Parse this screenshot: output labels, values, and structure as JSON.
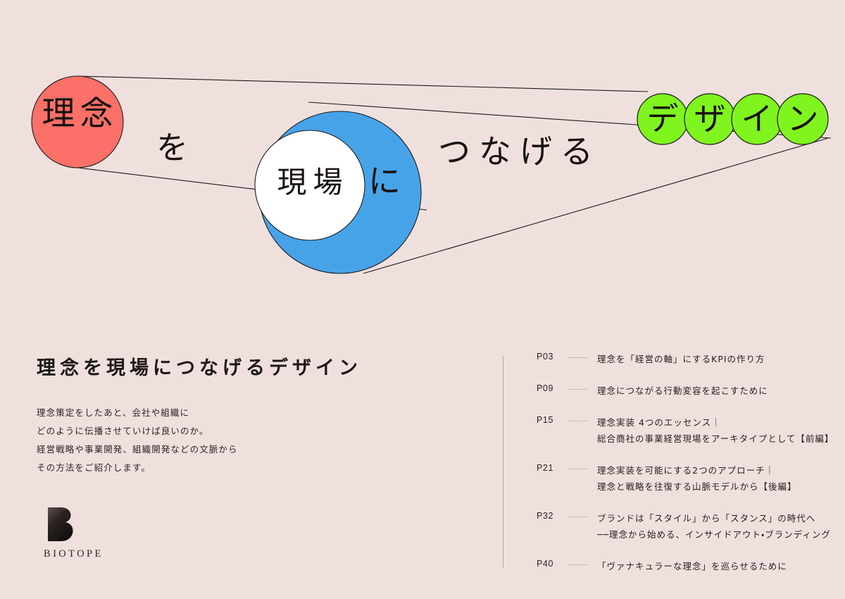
{
  "colors": {
    "background": "#efe0de",
    "red_circle": "#fb7068",
    "blue_circle": "#47a3e8",
    "inner_circle": "#ffffff",
    "green_circle": "#80f41f",
    "stroke": "#1a1a1a",
    "divider": "#b9a4a1",
    "text": "#24201f"
  },
  "hero": {
    "red_node_label": "理念",
    "particle_wo": "を",
    "blue_node_label": "現場",
    "particle_ni": "に",
    "verb": "つなげる",
    "green_nodes": [
      "デ",
      "ザ",
      "イ",
      "ン"
    ]
  },
  "left": {
    "headline": "理念を現場につなげるデザイン",
    "lede_lines": [
      "理念策定をしたあと、会社や組織に",
      "どのように伝播させていけば良いのか。",
      "経営戦略や事業開発、組織開発などの文脈から",
      "その方法をご紹介します。"
    ],
    "logo_wordmark": "BIOTOPE",
    "logo_mark_letter": "B"
  },
  "toc": {
    "entries": [
      {
        "page": "P03",
        "line1": "理念を「経営の軸」にするKPIの作り方",
        "line2": ""
      },
      {
        "page": "P09",
        "line1": "理念につながる行動変容を起こすために",
        "line2": ""
      },
      {
        "page": "P15",
        "line1": "理念実装 4つのエッセンス｜",
        "line2": "総合商社の事業経営現場をアーキタイプとして【前編】"
      },
      {
        "page": "P21",
        "line1": "理念実装を可能にする2つのアプローチ｜",
        "line2": "理念と戦略を往復する山脈モデルから【後編】"
      },
      {
        "page": "P32",
        "line1": "ブランドは「スタイル」から「スタンス」の時代へ",
        "line2": "──理念から始める、インサイドアウト・ブランディング"
      },
      {
        "page": "P40",
        "line1": "「ヴァナキュラーな理念」を巡らせるために",
        "line2": ""
      }
    ]
  }
}
